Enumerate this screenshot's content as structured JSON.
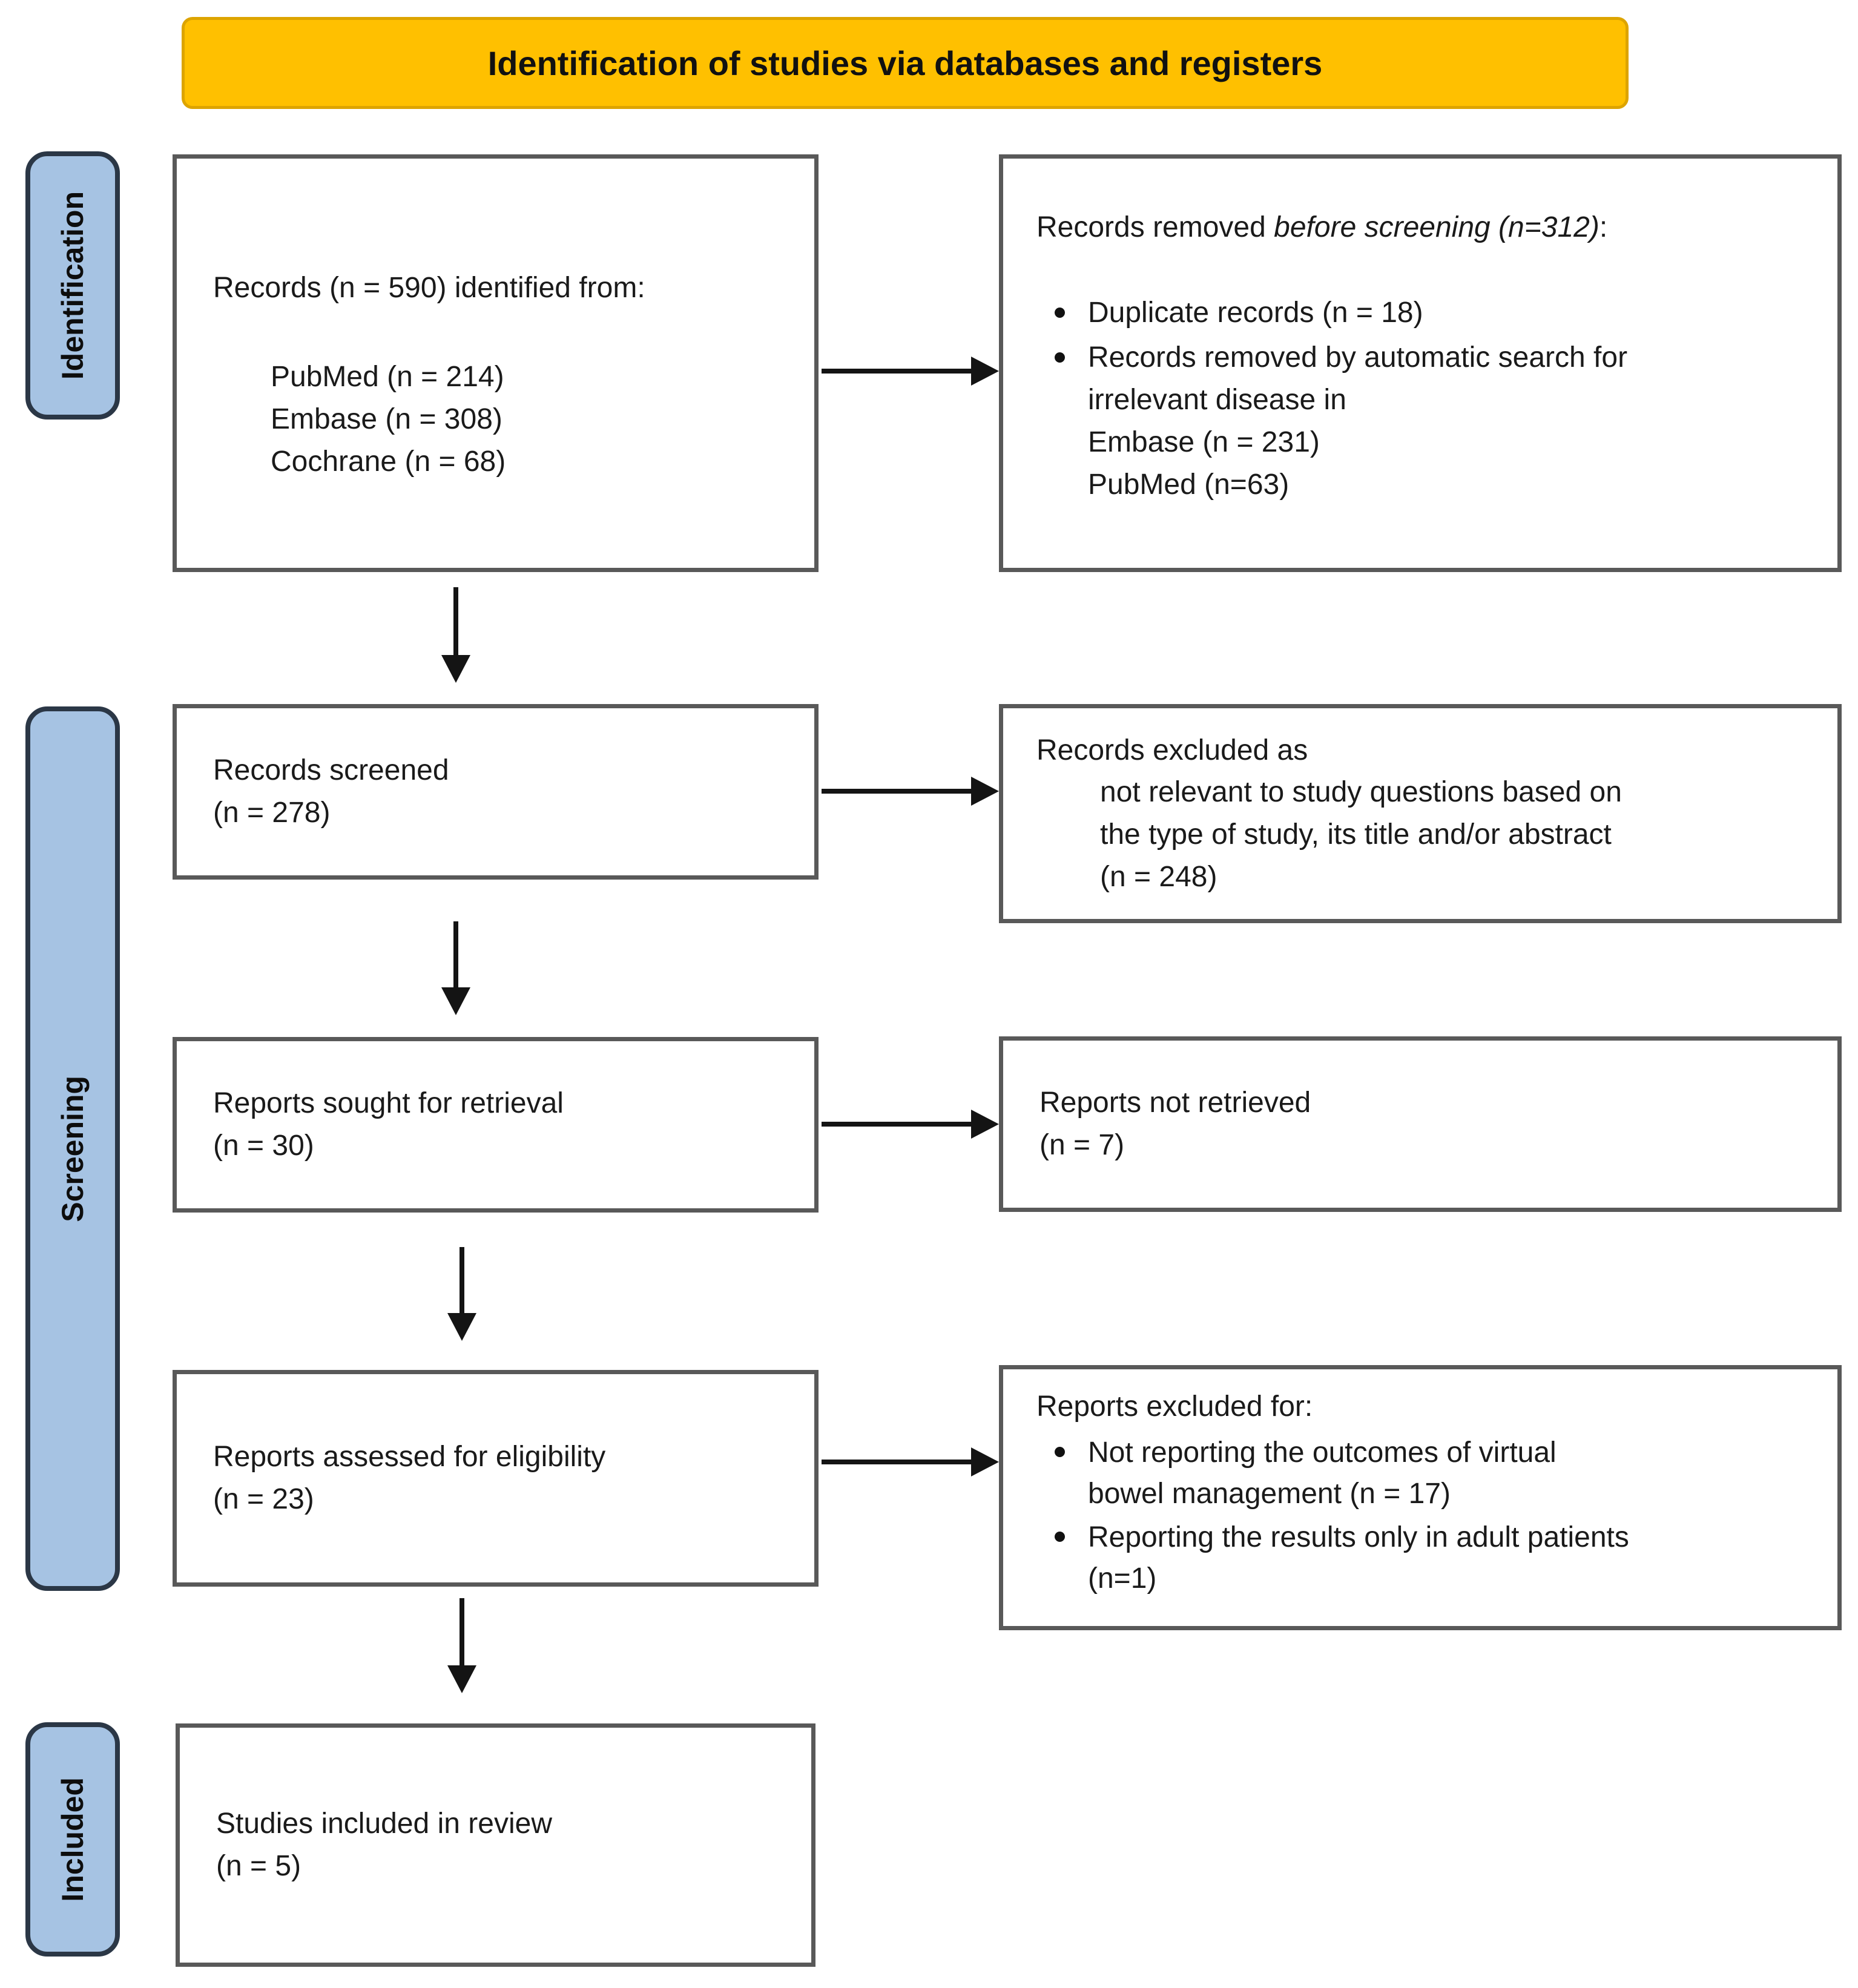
{
  "banner": {
    "title": "Identification of studies via databases and registers"
  },
  "stages": {
    "identification": "Identification",
    "screening": "Screening",
    "included": "Included"
  },
  "colors": {
    "banner_bg": "#FFC000",
    "stage_bg": "#A6C3E3",
    "box_border": "#595959",
    "arrow": "#141414"
  },
  "boxes": {
    "identified": {
      "line1": "Records (n = 590) identified from:",
      "sources": [
        "PubMed (n = 214)",
        "Embase (n = 308)",
        "Cochrane (n = 68)"
      ]
    },
    "removed": {
      "title_normal": "Records removed ",
      "title_italic": "before screening (n=312)",
      "title_suffix": ":",
      "bullet1": "Duplicate records (n = 18)",
      "bullet2_lines": [
        "Records removed by automatic search for",
        "irrelevant disease in",
        "Embase (n = 231)",
        "PubMed (n=63)"
      ]
    },
    "screened": {
      "line1": "Records screened",
      "line2": "(n = 278)"
    },
    "excluded": {
      "line1": "Records excluded as",
      "cont_lines": [
        "not relevant to study questions based on",
        "the type of study, its title and/or abstract",
        "(n = 248)"
      ]
    },
    "sought": {
      "line1": "Reports sought for retrieval",
      "line2": "(n = 30)"
    },
    "not_retrieved": {
      "line1": "Reports not retrieved",
      "line2": "(n = 7)"
    },
    "assessed": {
      "line1": "Reports assessed for eligibility",
      "line2": "(n = 23)"
    },
    "excluded_for": {
      "title": "Reports excluded for:",
      "bullet1_lines": [
        "Not reporting the outcomes of virtual",
        "bowel management (n = 17)"
      ],
      "bullet2_lines": [
        "Reporting the results only in adult patients",
        "(n=1)"
      ]
    },
    "included_review": {
      "line1": "Studies included in review",
      "line2": "(n = 5)"
    }
  }
}
